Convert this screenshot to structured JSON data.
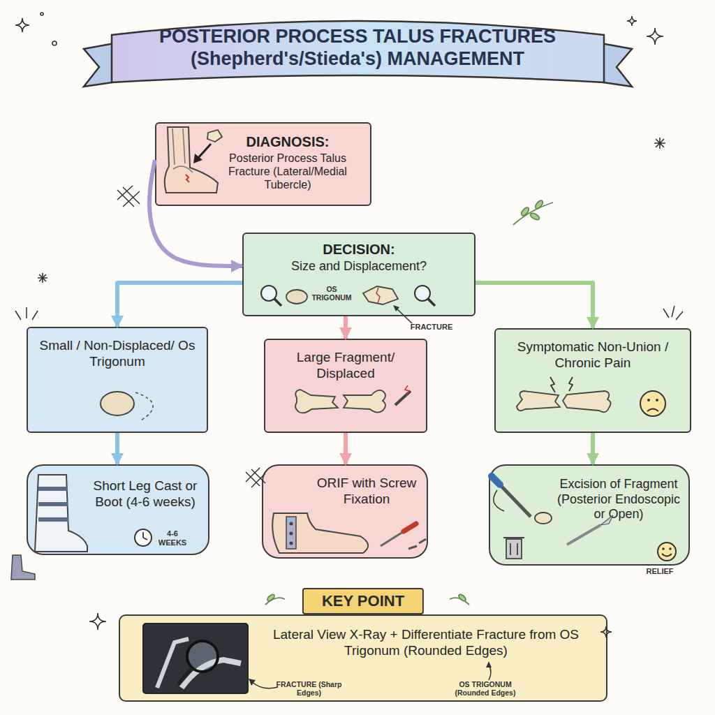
{
  "diagram": {
    "title": "POSTERIOR PROCESS TALUS FRACTURES (Shepherd's/Stieda's) MANAGEMENT",
    "nodes": [
      {
        "text": [
          "DIAGNOSIS:",
          "Posterior Process Talus Fracture (Lateral/Medial Tubercle)"
        ]
      },
      {
        "text": [
          "DECISION:",
          "Size and Displacement?"
        ]
      },
      {
        "text": [
          "Small / Non-Displaced/ Os Trigonum"
        ]
      },
      {
        "text": [
          "Large Fragment/ Displaced"
        ]
      },
      {
        "text": [
          "Symptomatic Non-Union / Chronic Pain"
        ]
      },
      {
        "text": [
          "Short Leg Cast or Boot (4-6 weeks)"
        ]
      },
      {
        "text": [
          "ORIF with Screw Fixation"
        ]
      },
      {
        "text": [
          "Excision of Fragment (Posterior Endoscopic or Open)"
        ]
      },
      {
        "text": [
          "KEY POINT",
          "Lateral View X-Ray + Differentiate Fracture from OS Trigonum (Rounded Edges)"
        ]
      }
    ],
    "edges": [
      {
        "from": 0,
        "to": 1,
        "arrow": "to"
      },
      {
        "from": 1,
        "to": 2,
        "arrow": "to"
      },
      {
        "from": 1,
        "to": 3,
        "arrow": "to"
      },
      {
        "from": 1,
        "to": 4,
        "arrow": "to"
      },
      {
        "from": 2,
        "to": 5,
        "arrow": "to"
      },
      {
        "from": 3,
        "to": 6,
        "arrow": "to"
      },
      {
        "from": 4,
        "to": 7,
        "arrow": "to"
      }
    ],
    "labels": [
      "OS TRIGONUM",
      "FRACTURE",
      "4-6 WEEKS",
      "RELIEF",
      "FRACTURE (Sharp Edges)",
      "OS TRIGONUM (Rounded Edges)"
    ]
  }
}
